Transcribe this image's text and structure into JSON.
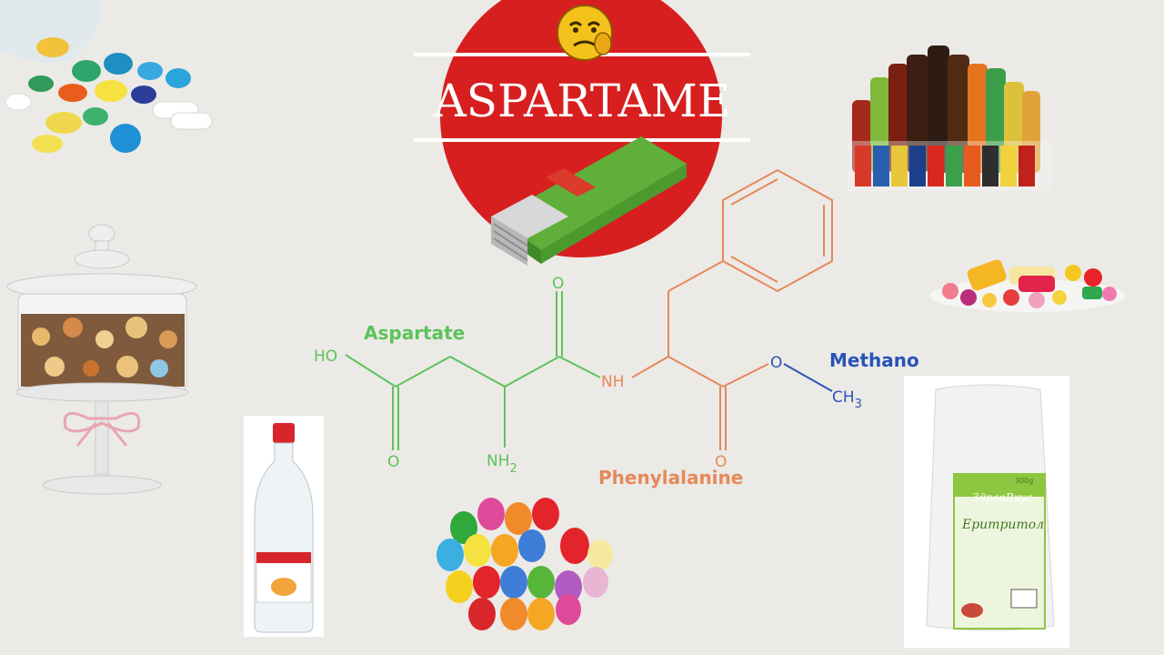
{
  "logo": {
    "title": "ASPARTAME"
  },
  "molecule": {
    "fragments": {
      "aspartate": "Aspartate",
      "phenylalanine": "Phenylalanine",
      "methanol": "Methanol"
    },
    "atoms": {
      "ho": "HO",
      "nh": "NH",
      "o_top": "O",
      "o_bottom_left": "O",
      "o_bottom_right": "O",
      "o_ester": "O",
      "nh2_main": "NH",
      "nh2_sub": "2",
      "ch3_main": "CH",
      "ch3_sub": "3"
    }
  },
  "products": {
    "sweetener_pack": {
      "brand": "ЗдравВкус",
      "name": "Еритритол",
      "weight": "300g"
    }
  },
  "colors": {
    "aspartate": "#5CC35A",
    "phenylalanine": "#E5895A",
    "methanol": "#2854B8",
    "logo_red": "#D71F1F"
  }
}
